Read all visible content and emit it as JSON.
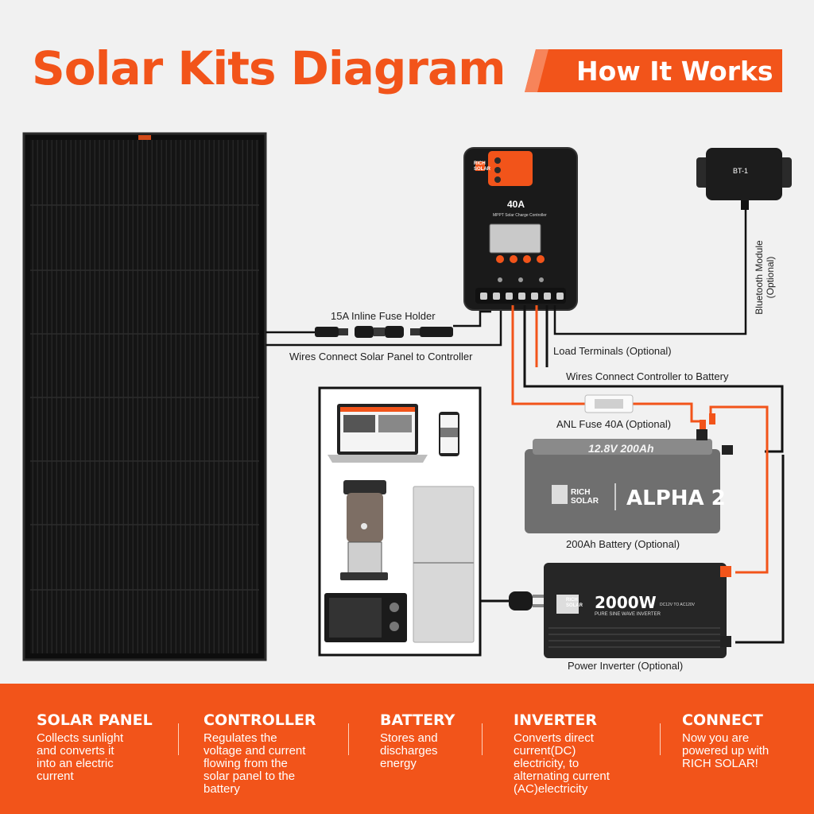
{
  "header": {
    "title": "Solar Kits Diagram",
    "how_it_works": "How It Works"
  },
  "components": {
    "controller_brand": "RICH SOLAR",
    "controller_amp": "40A",
    "controller_type": "MPPT Solar Charge Controller",
    "bt_model": "BT-1",
    "battery_brand": "RICH SOLAR",
    "battery_model": "ALPHA 2",
    "battery_spec": "12.8V 200Ah",
    "inverter_brand": "RICH SOLAR",
    "inverter_watt": "2000W",
    "inverter_type": "PURE SINE WAVE INVERTER",
    "inverter_volt": "DC12V TO AC120V"
  },
  "labels": {
    "fuse_holder": "15A Inline Fuse Holder",
    "wires_panel": "Wires Connect Solar Panel to Controller",
    "load_terminals": "Load Terminals (Optional)",
    "wires_battery": "Wires Connect Controller to Battery",
    "anl_fuse": "ANL Fuse 40A (Optional)",
    "battery": "200Ah Battery (Optional)",
    "inverter": "Power Inverter (Optional)",
    "bluetooth": "Bluetooth Module",
    "bluetooth_opt": "(Optional)"
  },
  "features": [
    {
      "title": "SOLAR PANEL",
      "desc": [
        "Collects sunlight",
        "and converts it",
        "into an electric",
        "current"
      ]
    },
    {
      "title": "CONTROLLER",
      "desc": [
        "Regulates the",
        "voltage and current",
        "flowing from the",
        "solar panel to the",
        "battery"
      ]
    },
    {
      "title": "BATTERY",
      "desc": [
        "Stores and",
        "discharges",
        "energy"
      ]
    },
    {
      "title": "INVERTER",
      "desc": [
        "Converts direct",
        "current(DC)",
        "electricity, to",
        "alternating current",
        "(AC)electricity"
      ]
    },
    {
      "title": "CONNECT",
      "desc": [
        "Now you are",
        "powered up with",
        "RICH SOLAR!"
      ]
    }
  ],
  "colors": {
    "accent": "#f2541a",
    "panel": "#151515",
    "wire_red": "#f2541a",
    "wire_black": "#111111",
    "battery": "#7c7c7c",
    "inverter": "#2a2a2a"
  }
}
